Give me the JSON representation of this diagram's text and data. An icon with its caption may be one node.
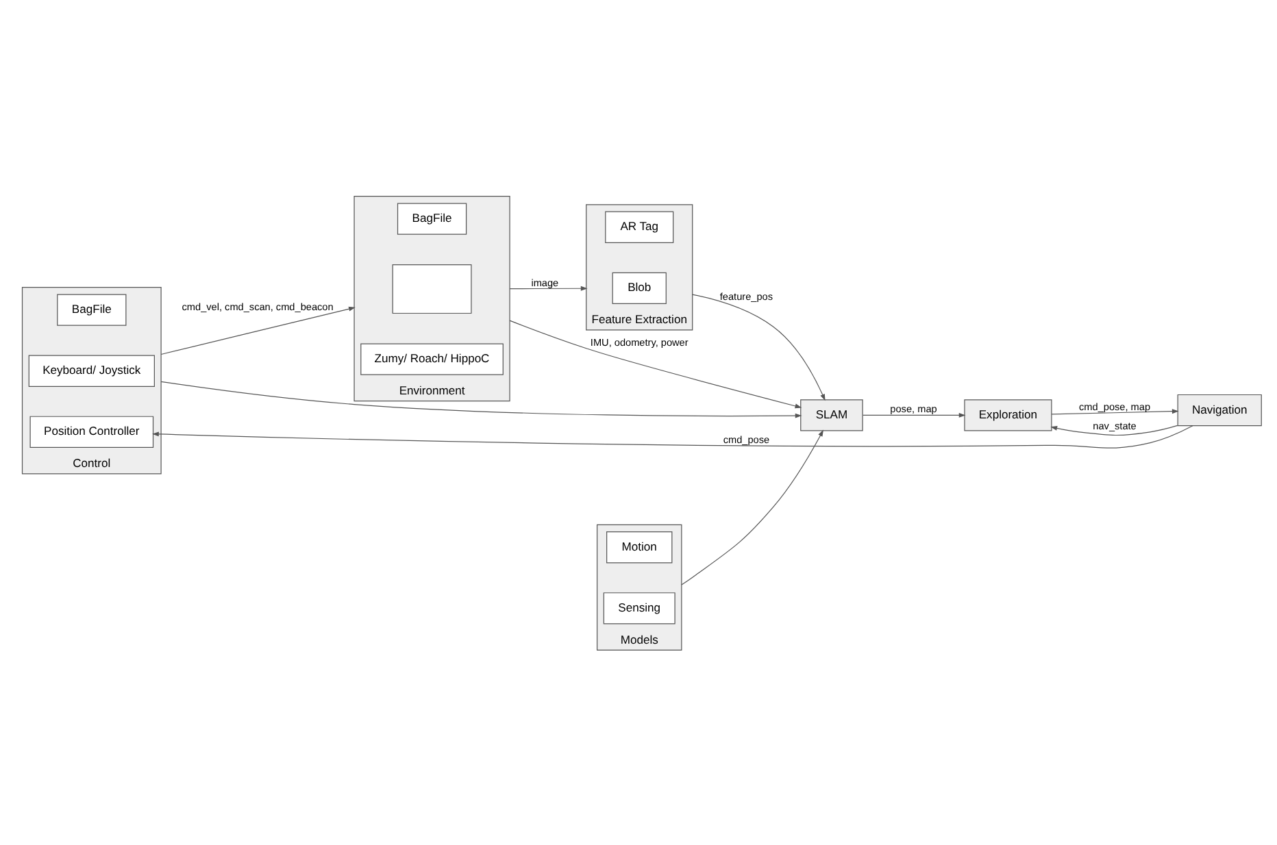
{
  "diagram": {
    "nodes": [
      {
        "text": [
          "Control"
        ]
      },
      {
        "text": [
          "BagFile"
        ],
        "in": 0
      },
      {
        "text": [
          "Keyboard/ Joystick"
        ],
        "in": 0
      },
      {
        "text": [
          "Position Controller"
        ],
        "in": 0
      },
      {
        "text": [
          "Environment"
        ]
      },
      {
        "text": [
          "BagFile"
        ],
        "in": 4
      },
      {
        "text": [],
        "shape": "box",
        "in": 4
      },
      {
        "text": [
          "Zumy/ Roach/ HippoC"
        ],
        "in": 4
      },
      {
        "text": [
          "Feature Extraction"
        ]
      },
      {
        "text": [
          "AR Tag"
        ],
        "in": 8
      },
      {
        "text": [
          "Blob"
        ],
        "in": 8
      },
      {
        "text": [
          "Models"
        ]
      },
      {
        "text": [
          "Motion"
        ],
        "in": 11
      },
      {
        "text": [
          "Sensing"
        ],
        "in": 11
      },
      {
        "text": [
          "SLAM"
        ]
      },
      {
        "text": [
          "Exploration"
        ]
      },
      {
        "text": [
          "Navigation"
        ]
      }
    ],
    "edges": [
      {
        "from": 0,
        "to": 4,
        "arrow": "to",
        "label": "cmd_vel, cmd_scan, cmd_beacon"
      },
      {
        "from": 0,
        "to": 14,
        "arrow": "to"
      },
      {
        "from": 4,
        "to": 8,
        "arrow": "to",
        "label": "image"
      },
      {
        "from": 4,
        "to": 14,
        "arrow": "to",
        "label": "IMU, odometry, power"
      },
      {
        "from": 8,
        "to": 14,
        "arrow": "to",
        "label": "feature_pos"
      },
      {
        "from": 11,
        "to": 14,
        "arrow": "to"
      },
      {
        "from": 14,
        "to": 15,
        "arrow": "to",
        "label": "pose, map"
      },
      {
        "from": 15,
        "to": 16,
        "arrow": "to",
        "label": "cmd_pose, map"
      },
      {
        "from": 16,
        "to": 15,
        "arrow": "to",
        "label": "nav_state"
      },
      {
        "from": 16,
        "to": 3,
        "arrow": "to",
        "label": "cmd_pose"
      }
    ]
  }
}
